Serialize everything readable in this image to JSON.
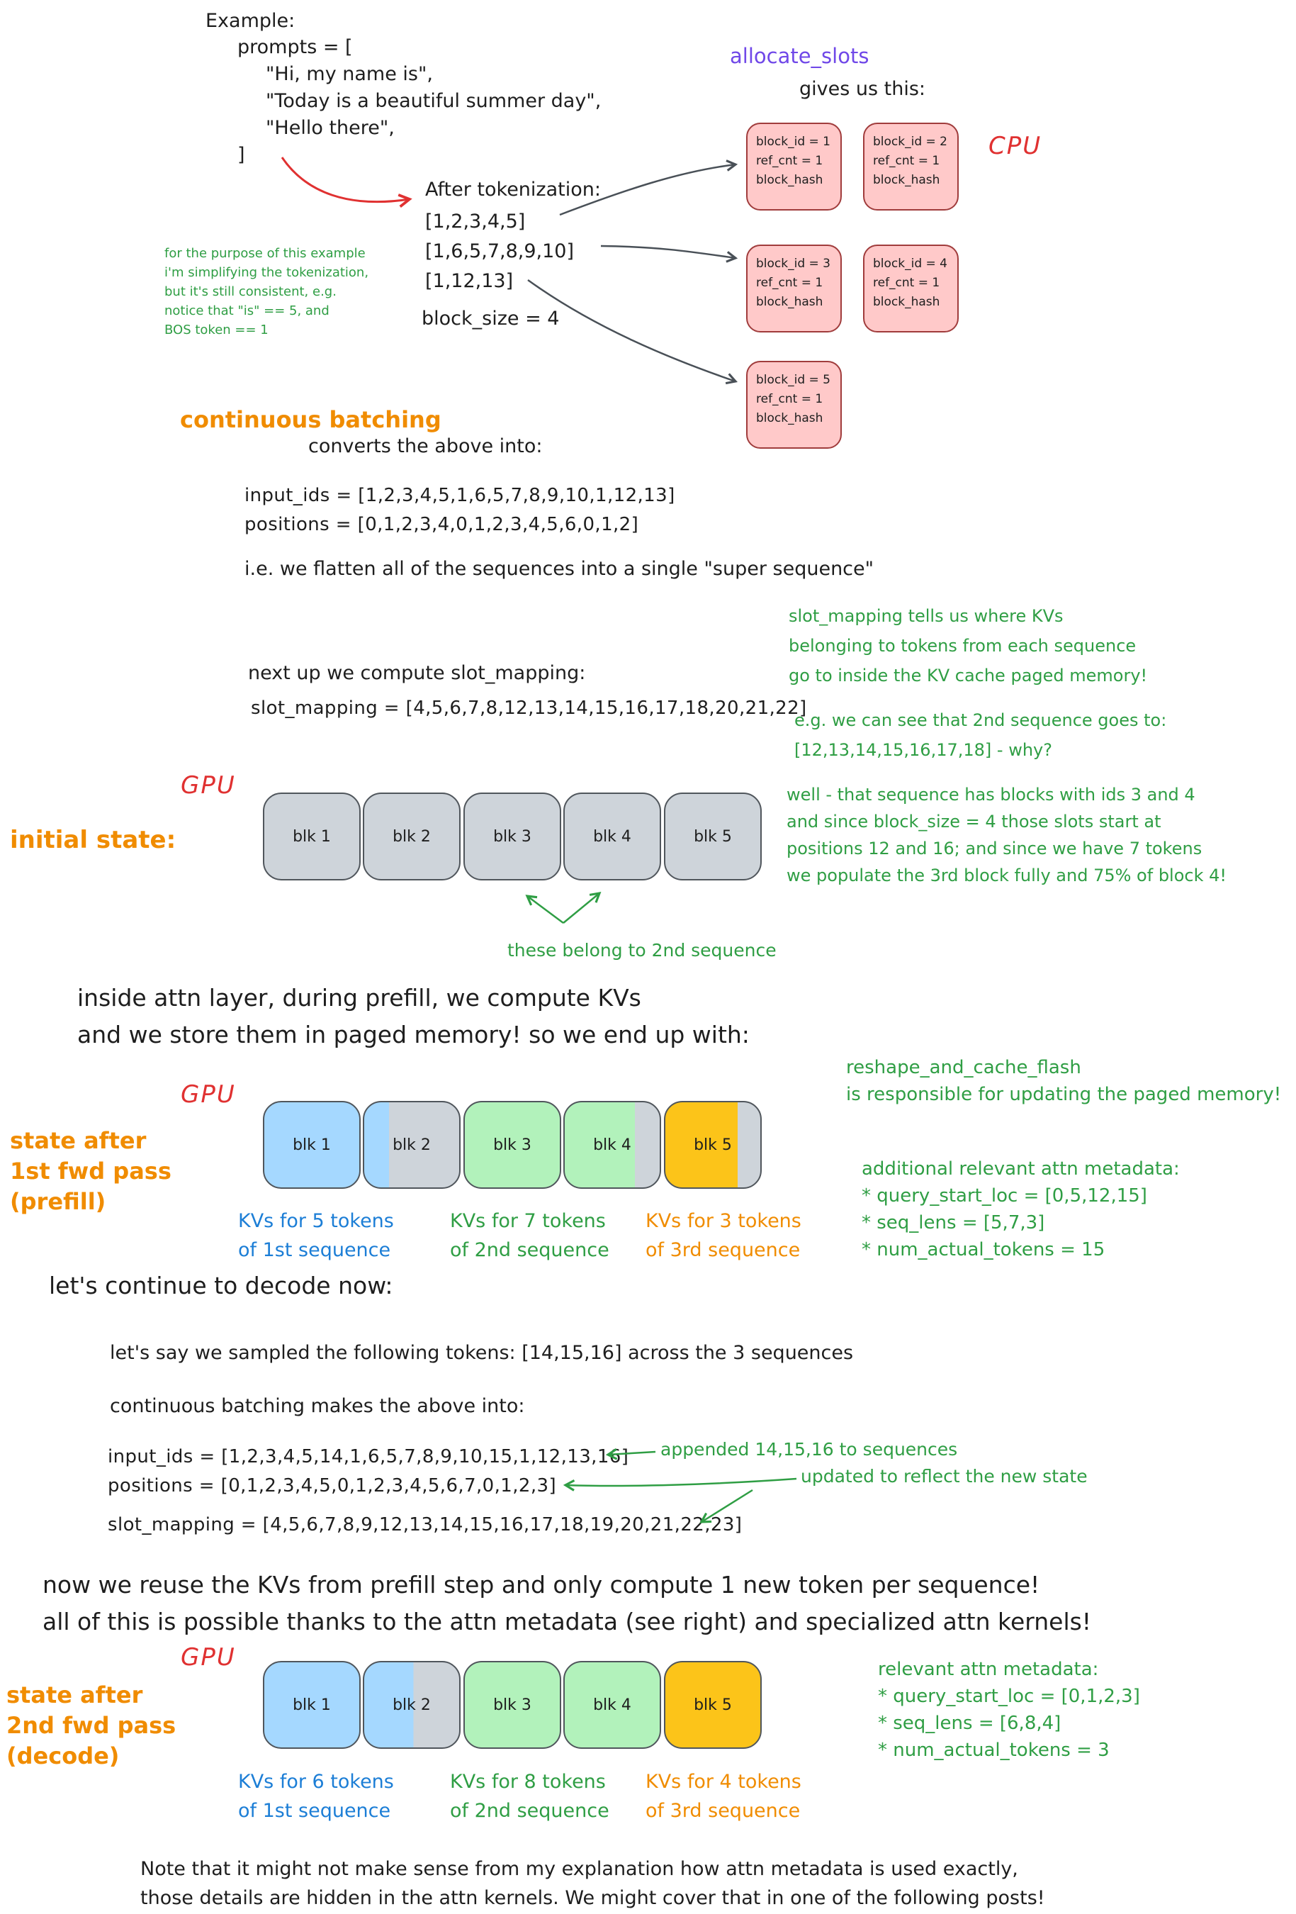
{
  "colors": {
    "text": "#1e1e1e",
    "green": "#2f9e44",
    "orange": "#f08c00",
    "red": "#e03131",
    "purple": "#7048e8",
    "blue": "#1c7ed6",
    "pink_block_fill": "#ffc9c9",
    "gray_block_fill": "#ced4da",
    "blue_block_fill": "#a5d8ff",
    "green_block_fill": "#b2f2bb",
    "yellow_block_fill": "#fcc419"
  },
  "example": {
    "title": "Example:",
    "lines": [
      "prompts = [",
      "\"Hi, my name is\",",
      "\"Today is a beautiful summer day\",",
      "\"Hello there\",",
      "]"
    ]
  },
  "tokenization": {
    "title": "After tokenization:",
    "token_lists": [
      "[1,2,3,4,5]",
      "[1,6,5,7,8,9,10]",
      "[1,12,13]"
    ],
    "block_size": "block_size = 4"
  },
  "tokenization_note": [
    "for the purpose of this example",
    "i'm simplifying the tokenization,",
    "but it's still consistent, e.g.",
    "notice that \"is\" == 5, and",
    "BOS token == 1"
  ],
  "allocate": {
    "title": "allocate_slots",
    "subtitle": "gives us this:",
    "cpu_label": "CPU"
  },
  "cpu_blocks": [
    {
      "id": "block_id = 1",
      "ref": "ref_cnt = 1",
      "hash": "block_hash"
    },
    {
      "id": "block_id = 2",
      "ref": "ref_cnt = 1",
      "hash": "block_hash"
    },
    {
      "id": "block_id = 3",
      "ref": "ref_cnt = 1",
      "hash": "block_hash"
    },
    {
      "id": "block_id = 4",
      "ref": "ref_cnt = 1",
      "hash": "block_hash"
    },
    {
      "id": "block_id = 5",
      "ref": "ref_cnt = 1",
      "hash": "block_hash"
    }
  ],
  "batching": {
    "title": "continuous batching",
    "subtitle": "converts the above into:",
    "input_ids": "input_ids = [1,2,3,4,5,1,6,5,7,8,9,10,1,12,13]",
    "positions": "positions = [0,1,2,3,4,0,1,2,3,4,5,6,0,1,2]",
    "flatten_note": "i.e. we flatten all of the sequences into a single \"super sequence\""
  },
  "slot_mapping": {
    "note": [
      "slot_mapping tells us where KVs",
      "belonging to tokens from each sequence",
      "go to inside the KV cache paged memory!"
    ],
    "intro": "next up we compute slot_mapping:",
    "code": "slot_mapping = [4,5,6,7,8,12,13,14,15,16,17,18,20,21,22]",
    "example_note": [
      "e.g. we can see that 2nd sequence goes to:",
      "[12,13,14,15,16,17,18] - why?"
    ]
  },
  "initial_state": {
    "gpu_label": "GPU",
    "title": "initial state:",
    "blocks": [
      "blk 1",
      "blk 2",
      "blk 3",
      "blk 4",
      "blk 5"
    ],
    "note": [
      "well - that sequence has blocks with ids 3 and 4",
      "and since block_size = 4 those slots start at",
      "positions 12 and 16; and since we have 7 tokens",
      "we populate the 3rd block fully and 75% of block 4!"
    ],
    "arrow_label": "these belong to 2nd sequence"
  },
  "prefill": {
    "intro": [
      "inside attn layer, during prefill, we compute KVs",
      "and we store them in paged memory! so we end up with:"
    ],
    "gpu_label": "GPU",
    "state_label": [
      "state after",
      "1st fwd pass",
      "(prefill)"
    ],
    "blocks": [
      "blk 1",
      "blk 2",
      "blk 3",
      "blk 4",
      "blk 5"
    ],
    "legend": [
      {
        "line1": "KVs for 5 tokens",
        "line2": "of 1st sequence"
      },
      {
        "line1": "KVs for 7 tokens",
        "line2": "of 2nd sequence"
      },
      {
        "line1": "KVs for 3 tokens",
        "line2": "of 3rd sequence"
      }
    ],
    "cache_note": [
      "reshape_and_cache_flash",
      "is responsible for updating the paged memory!"
    ],
    "metadata": [
      "additional relevant attn metadata:",
      "* query_start_loc = [0,5,12,15]",
      "* seq_lens = [5,7,3]",
      "* num_actual_tokens = 15"
    ]
  },
  "decode": {
    "title": "let's continue to decode now:",
    "sampled": "let's say we sampled the following tokens: [14,15,16] across the 3 sequences",
    "batching": "continuous batching makes the above into:",
    "input_ids": "input_ids = [1,2,3,4,5,14,1,6,5,7,8,9,10,15,1,12,13,16]",
    "positions": "positions = [0,1,2,3,4,5,0,1,2,3,4,5,6,7,0,1,2,3]",
    "slot_mapping": "slot_mapping = [4,5,6,7,8,9,12,13,14,15,16,17,18,19,20,21,22,23]",
    "appended_note": "appended 14,15,16 to sequences",
    "updated_note": "updated to reflect the new state"
  },
  "reuse": [
    "now we reuse the KVs from prefill step and only compute 1 new token per sequence!",
    "all of this is possible thanks to the attn metadata (see right) and specialized attn kernels!"
  ],
  "decode_state": {
    "gpu_label": "GPU",
    "state_label": [
      "state after",
      "2nd fwd pass",
      "(decode)"
    ],
    "blocks": [
      "blk 1",
      "blk 2",
      "blk 3",
      "blk 4",
      "blk 5"
    ],
    "legend": [
      {
        "line1": "KVs for 6 tokens",
        "line2": "of 1st sequence"
      },
      {
        "line1": "KVs for 8 tokens",
        "line2": "of 2nd sequence"
      },
      {
        "line1": "KVs for 4 tokens",
        "line2": "of 3rd sequence"
      }
    ],
    "metadata": [
      "relevant attn metadata:",
      "* query_start_loc = [0,1,2,3]",
      "* seq_lens = [6,8,4]",
      "* num_actual_tokens = 3"
    ]
  },
  "footer": [
    "Note that it might not make sense from my explanation how attn metadata is used exactly,",
    "those details are hidden in the attn kernels. We might cover that in one of the following posts!"
  ]
}
